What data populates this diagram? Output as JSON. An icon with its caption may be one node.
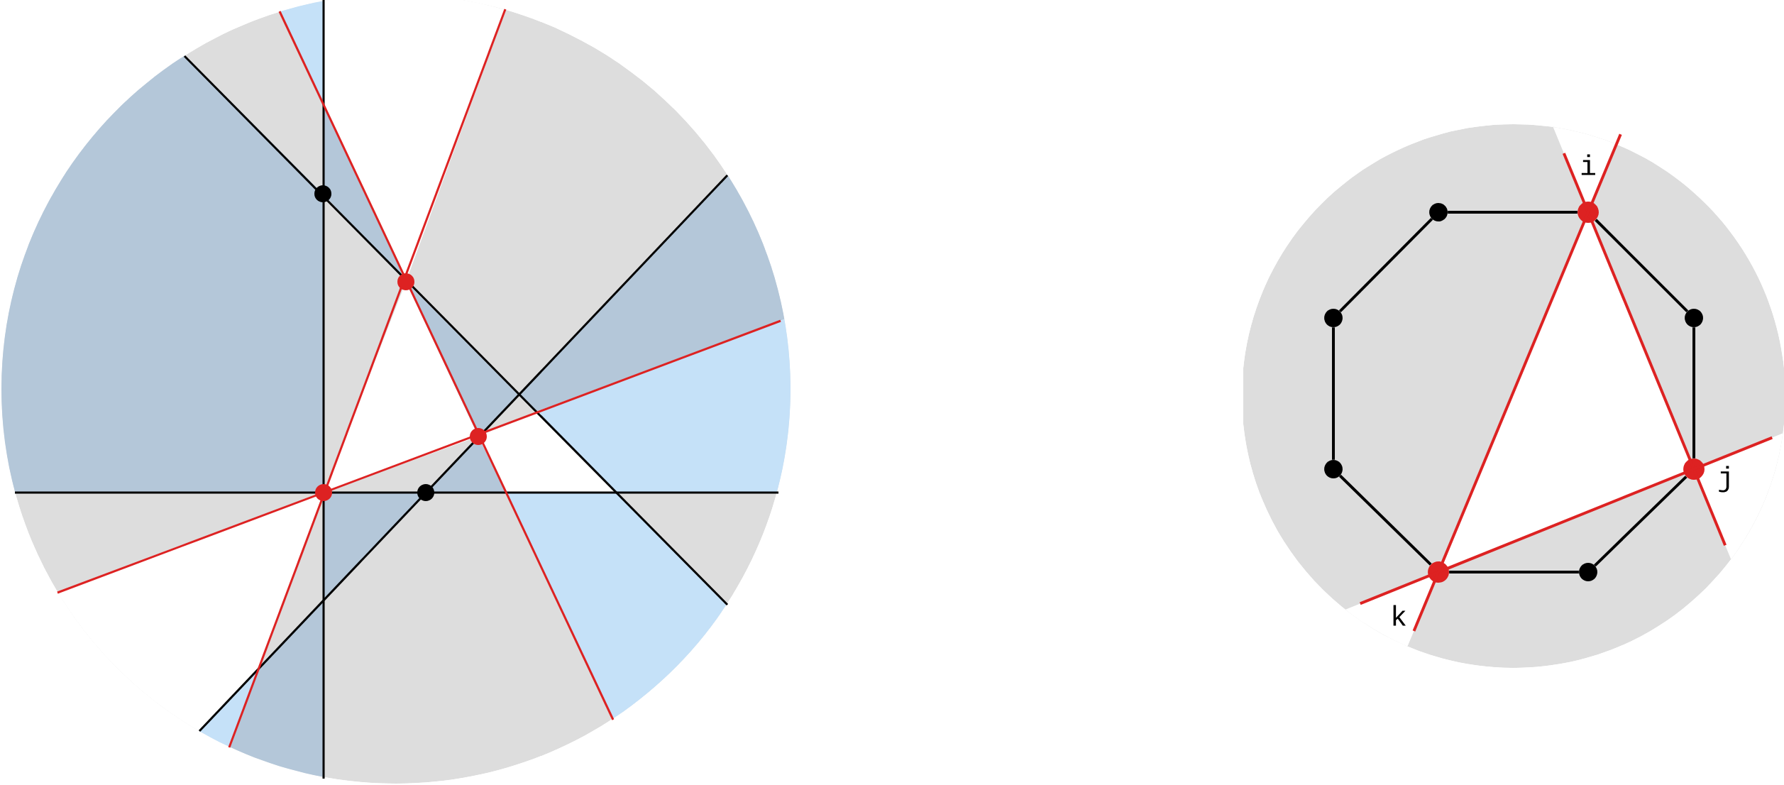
{
  "diagram": {
    "nodes": [
      {
        "text": [],
        "shape": "circle"
      },
      {
        "text": [],
        "shape": "circle",
        "beside": [
          "i"
        ]
      },
      {
        "text": [],
        "shape": "circle"
      },
      {
        "text": [],
        "shape": "circle",
        "beside": [
          "j"
        ]
      },
      {
        "text": [],
        "shape": "circle"
      },
      {
        "text": [],
        "shape": "circle",
        "beside": [
          "k"
        ]
      },
      {
        "text": [],
        "shape": "circle"
      },
      {
        "text": [],
        "shape": "circle"
      }
    ],
    "edges": [
      {
        "from": 0,
        "to": 1,
        "arrow": "none"
      },
      {
        "from": 1,
        "to": 2,
        "arrow": "none"
      },
      {
        "from": 2,
        "to": 3,
        "arrow": "none"
      },
      {
        "from": 3,
        "to": 4,
        "arrow": "none"
      },
      {
        "from": 4,
        "to": 5,
        "arrow": "none"
      },
      {
        "from": 5,
        "to": 6,
        "arrow": "none"
      },
      {
        "from": 6,
        "to": 7,
        "arrow": "none"
      },
      {
        "from": 7,
        "to": 0,
        "arrow": "none"
      },
      {
        "from": 1,
        "to": 3,
        "arrow": "none",
        "color": "#dd2222"
      },
      {
        "from": 3,
        "to": 5,
        "arrow": "none",
        "color": "#dd2222"
      },
      {
        "from": 5,
        "to": 1,
        "arrow": "none",
        "color": "#dd2222"
      }
    ]
  }
}
